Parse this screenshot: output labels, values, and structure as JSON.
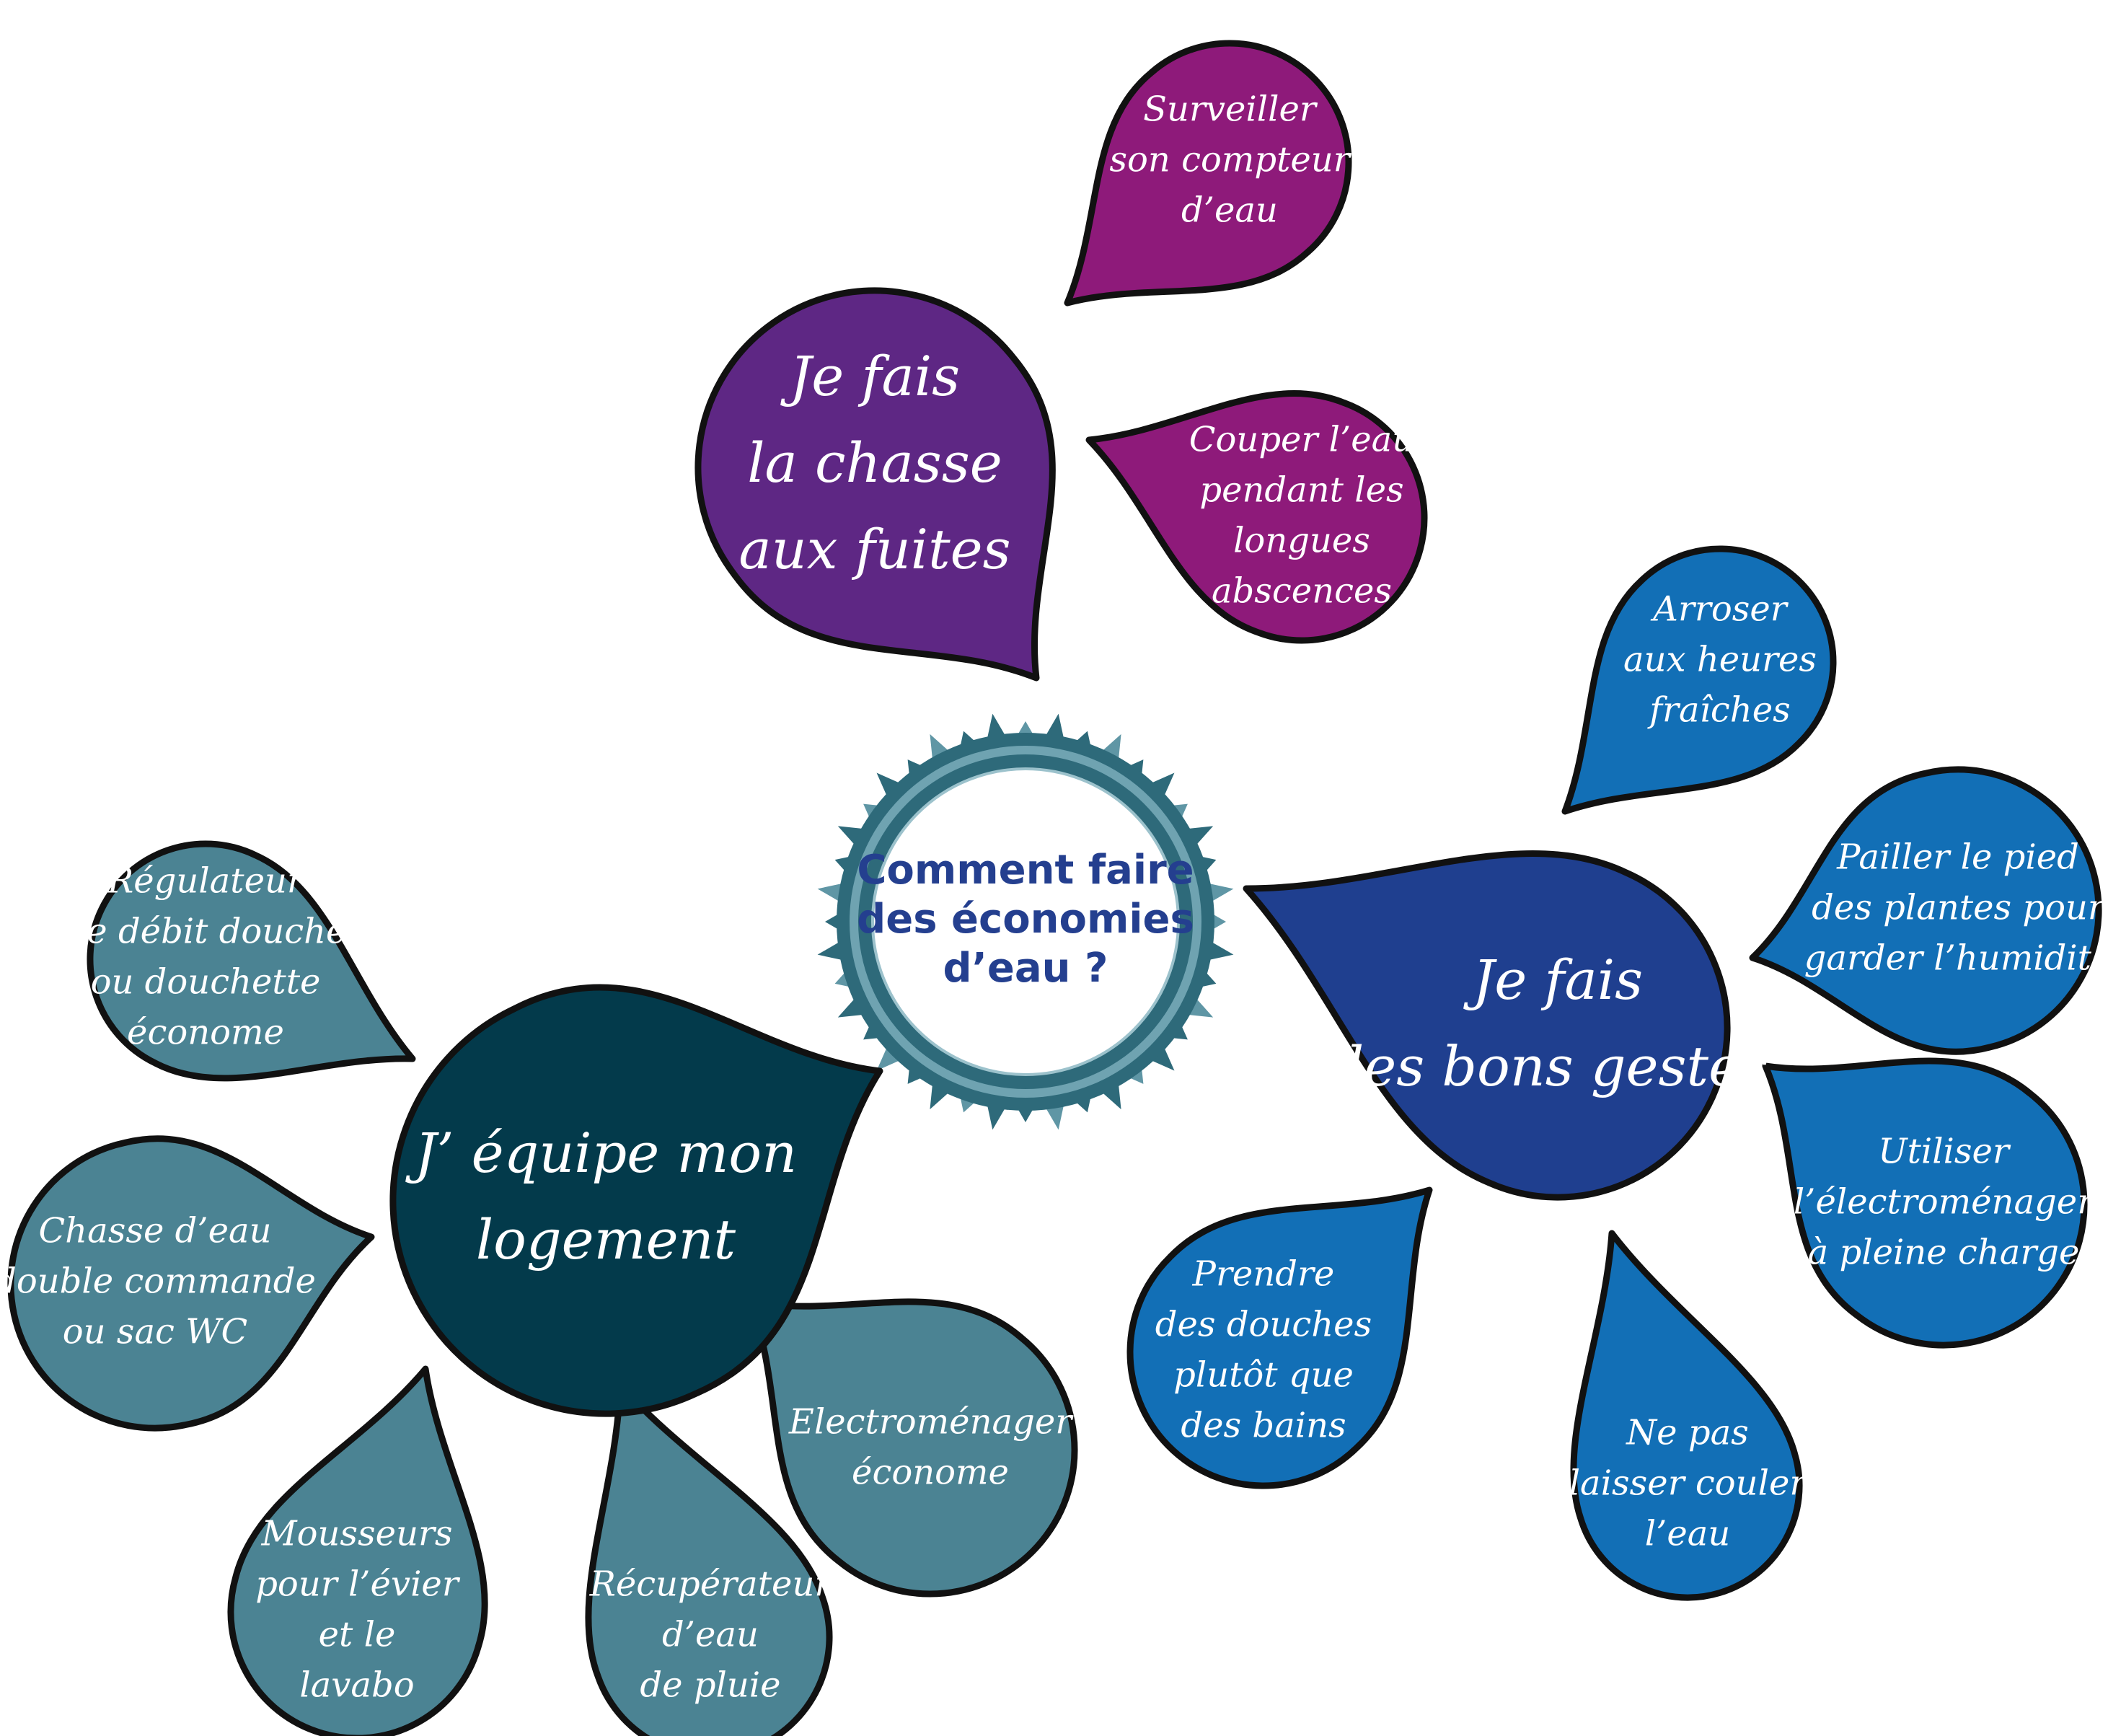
{
  "center": {
    "lines": [
      "Comment faire",
      "des économies",
      "d’eau ?"
    ]
  },
  "colors": {
    "purple_main": "#5e2784",
    "magenta_leaf": "#8e1a7a",
    "navy_main": "#1f3f8f",
    "blue_leaf": "#126fb6",
    "teal_main": "#033a4b",
    "teal_leaf": "#4b8393",
    "outline": "#111111",
    "center_text": "#243f8f",
    "ring": "#2e6a7a"
  },
  "branches": [
    {
      "id": "leaks",
      "lines": [
        "Je fais",
        "la chasse",
        "aux fuites"
      ],
      "color": "#5e2784",
      "leaves": [
        {
          "lines": [
            "Surveiller",
            "son compteur",
            "d’eau"
          ],
          "color": "#8e1a7a"
        },
        {
          "lines": [
            "Couper l’eau",
            "pendant les",
            "longues",
            "abscences"
          ],
          "color": "#8e1a7a"
        }
      ]
    },
    {
      "id": "gestures",
      "lines": [
        "Je fais",
        "les bons gestes"
      ],
      "color": "#1f3f8f",
      "leaves": [
        {
          "lines": [
            "Arroser",
            "aux heures",
            "fraîches"
          ],
          "color": "#126fb6"
        },
        {
          "lines": [
            "Pailler le pied",
            "des plantes pour",
            "garder l’humidité"
          ],
          "color": "#126fb6"
        },
        {
          "lines": [
            "Utiliser",
            "l’électroménager",
            "à pleine charge"
          ],
          "color": "#126fb6"
        },
        {
          "lines": [
            "Ne pas",
            "laisser couler",
            "l’eau"
          ],
          "color": "#126fb6"
        },
        {
          "lines": [
            "Prendre",
            "des douches",
            "plutôt que",
            "des bains"
          ],
          "color": "#126fb6"
        }
      ]
    },
    {
      "id": "equip",
      "lines": [
        "J’ équipe mon",
        "logement"
      ],
      "color": "#033a4b",
      "leaves": [
        {
          "lines": [
            "Régulateur",
            "de débit douche",
            "ou douchette",
            "économe"
          ],
          "color": "#4b8393"
        },
        {
          "lines": [
            "Chasse d’eau",
            "double commande",
            "ou sac WC"
          ],
          "color": "#4b8393"
        },
        {
          "lines": [
            "Mousseurs",
            "pour l’évier",
            "et le",
            "lavabo"
          ],
          "color": "#4b8393"
        },
        {
          "lines": [
            "Récupérateur",
            "d’eau",
            "de pluie"
          ],
          "color": "#4b8393"
        },
        {
          "lines": [
            "Electroménager",
            "économe"
          ],
          "color": "#4b8393"
        }
      ]
    }
  ]
}
